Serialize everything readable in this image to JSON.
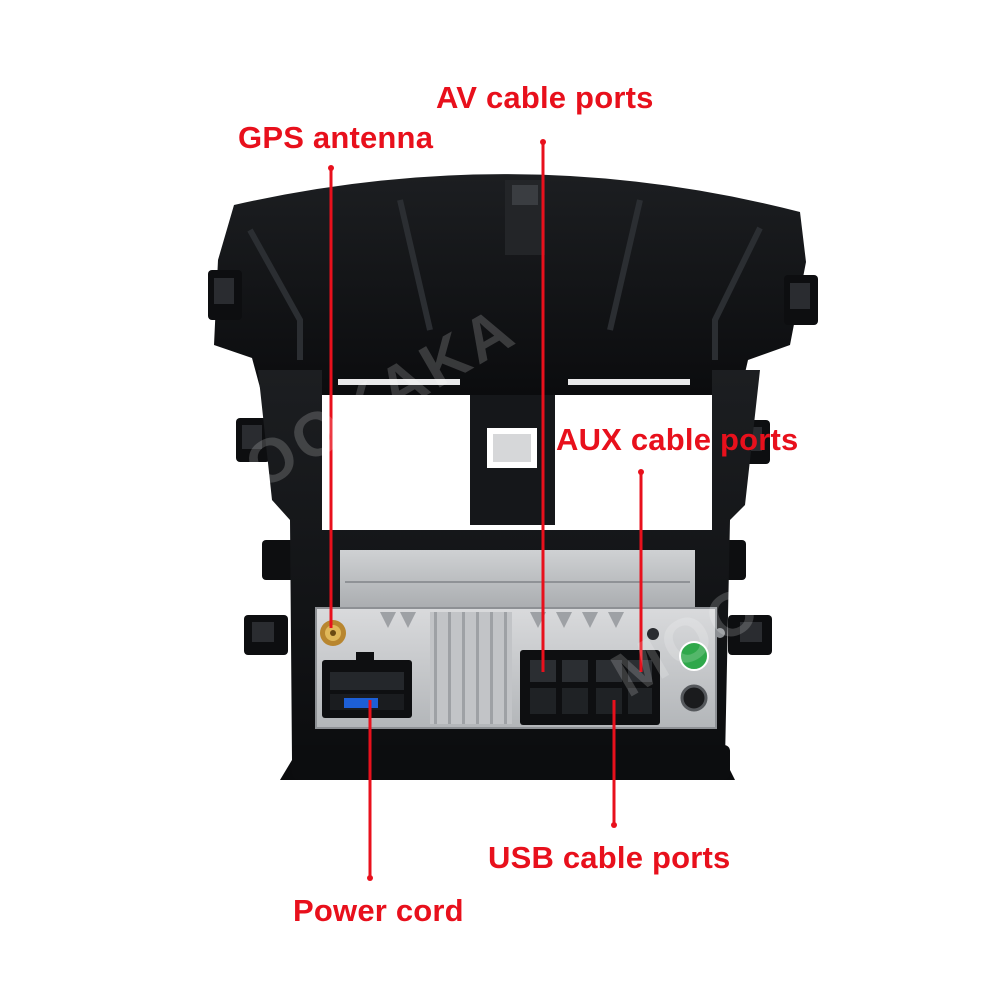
{
  "callouts": {
    "av": "AV cable ports",
    "gps": "GPS antenna",
    "aux": "AUX cable ports",
    "usb": "USB cable ports",
    "power": "Power cord"
  },
  "watermark": "MOOKAKA",
  "colors": {
    "label": "#e8101c",
    "frame": "#111214",
    "chassis": "#c8cacc",
    "connector": "#0e0f11",
    "fuse_blue": "#1d5fd6",
    "badge_green": "#2fa84a"
  }
}
